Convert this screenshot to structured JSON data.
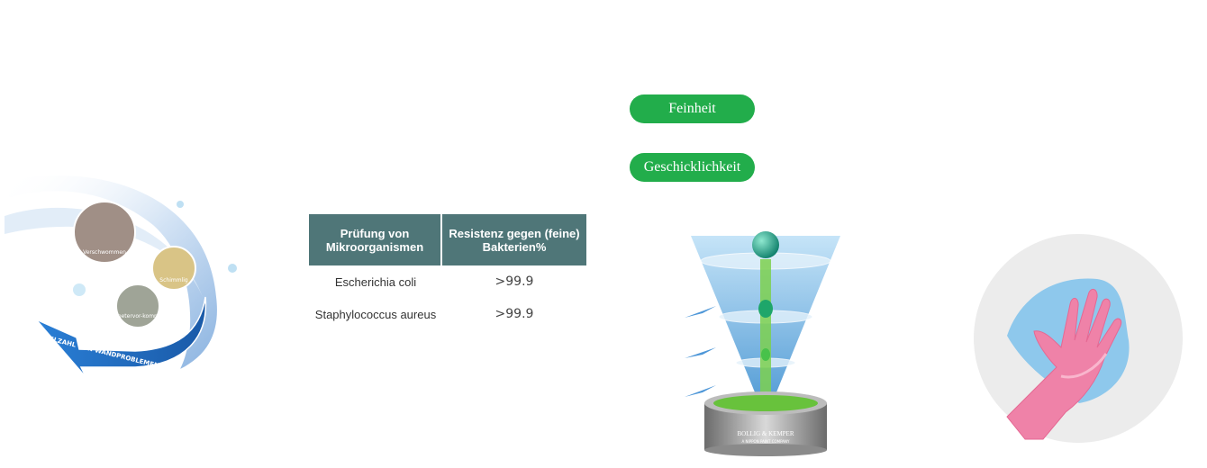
{
  "problems_graphic": {
    "arrow_text": "VIELZAHL VON WANDPROBLEMEN LÖSEN",
    "bubbles": [
      "Verschwommen",
      "Schimmlig",
      "Salpetervor-kommen"
    ]
  },
  "table": {
    "headers": [
      "Prüfung von Mikroorganismen",
      "Resistenz gegen (feine) Bakterien%"
    ],
    "rows": [
      {
        "organism": "Escherichia coli",
        "value": ">99.9"
      },
      {
        "organism": "Staphylococcus aureus",
        "value": ">99.9"
      }
    ]
  },
  "tags": {
    "fineness": "Feinheit",
    "dexterity": "Geschicklichkeit"
  },
  "paint_can": {
    "brand": "BOLLIG & KEMPER",
    "sub": "A NIPPON PAINT COMPANY"
  },
  "colors": {
    "table_header": "#4f7678",
    "pill_green": "#22ad4b",
    "arrow_blue": "#1f74c9"
  }
}
